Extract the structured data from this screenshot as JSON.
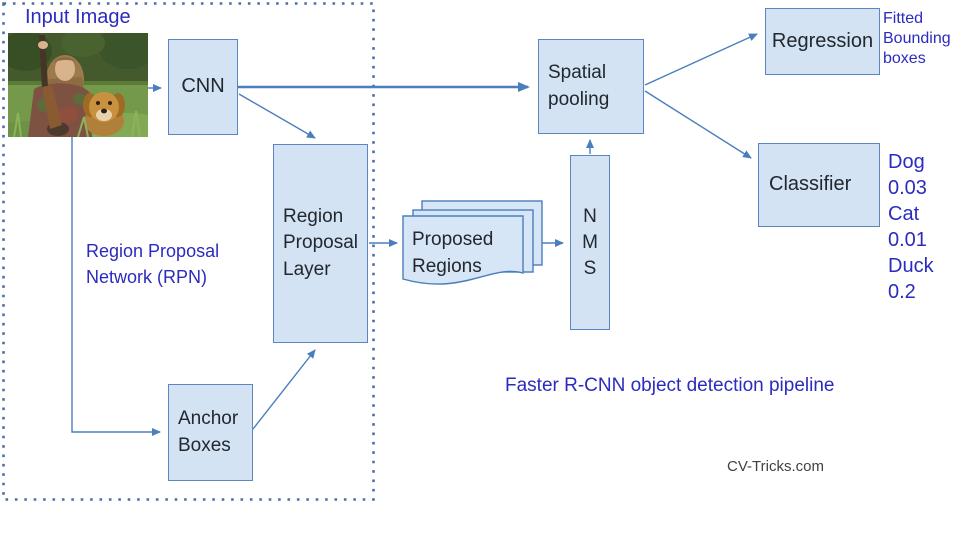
{
  "colors": {
    "box_fill": "#d3e3f4",
    "box_border": "#5b86c2",
    "arrow_blue": "#4a7ebc",
    "dotted_border_blue": "#4a6fa8",
    "label_blue": "#2b2bbe",
    "box_text": "#23272e",
    "watermark_gray": "#3f4245"
  },
  "diagram": {
    "input_image_label": "Input Image",
    "rpn_label": "Region Proposal Network (RPN)",
    "cnn": "CNN",
    "region_proposal_layer": "Region Proposal Layer",
    "anchor_boxes": "Anchor Boxes",
    "proposed_regions": "Proposed Regions",
    "nms": [
      "N",
      "M",
      "S"
    ],
    "spatial_pooling": "Spatial pooling",
    "regression": "Regression",
    "classifier": "Classifier",
    "fitted_label": "Fitted Bounding boxes",
    "predictions": [
      "Dog 0.03",
      "Cat 0.01",
      "Duck 0.2"
    ],
    "title": "Faster R-CNN object detection pipeline",
    "watermark": "CV-Tricks.com"
  }
}
